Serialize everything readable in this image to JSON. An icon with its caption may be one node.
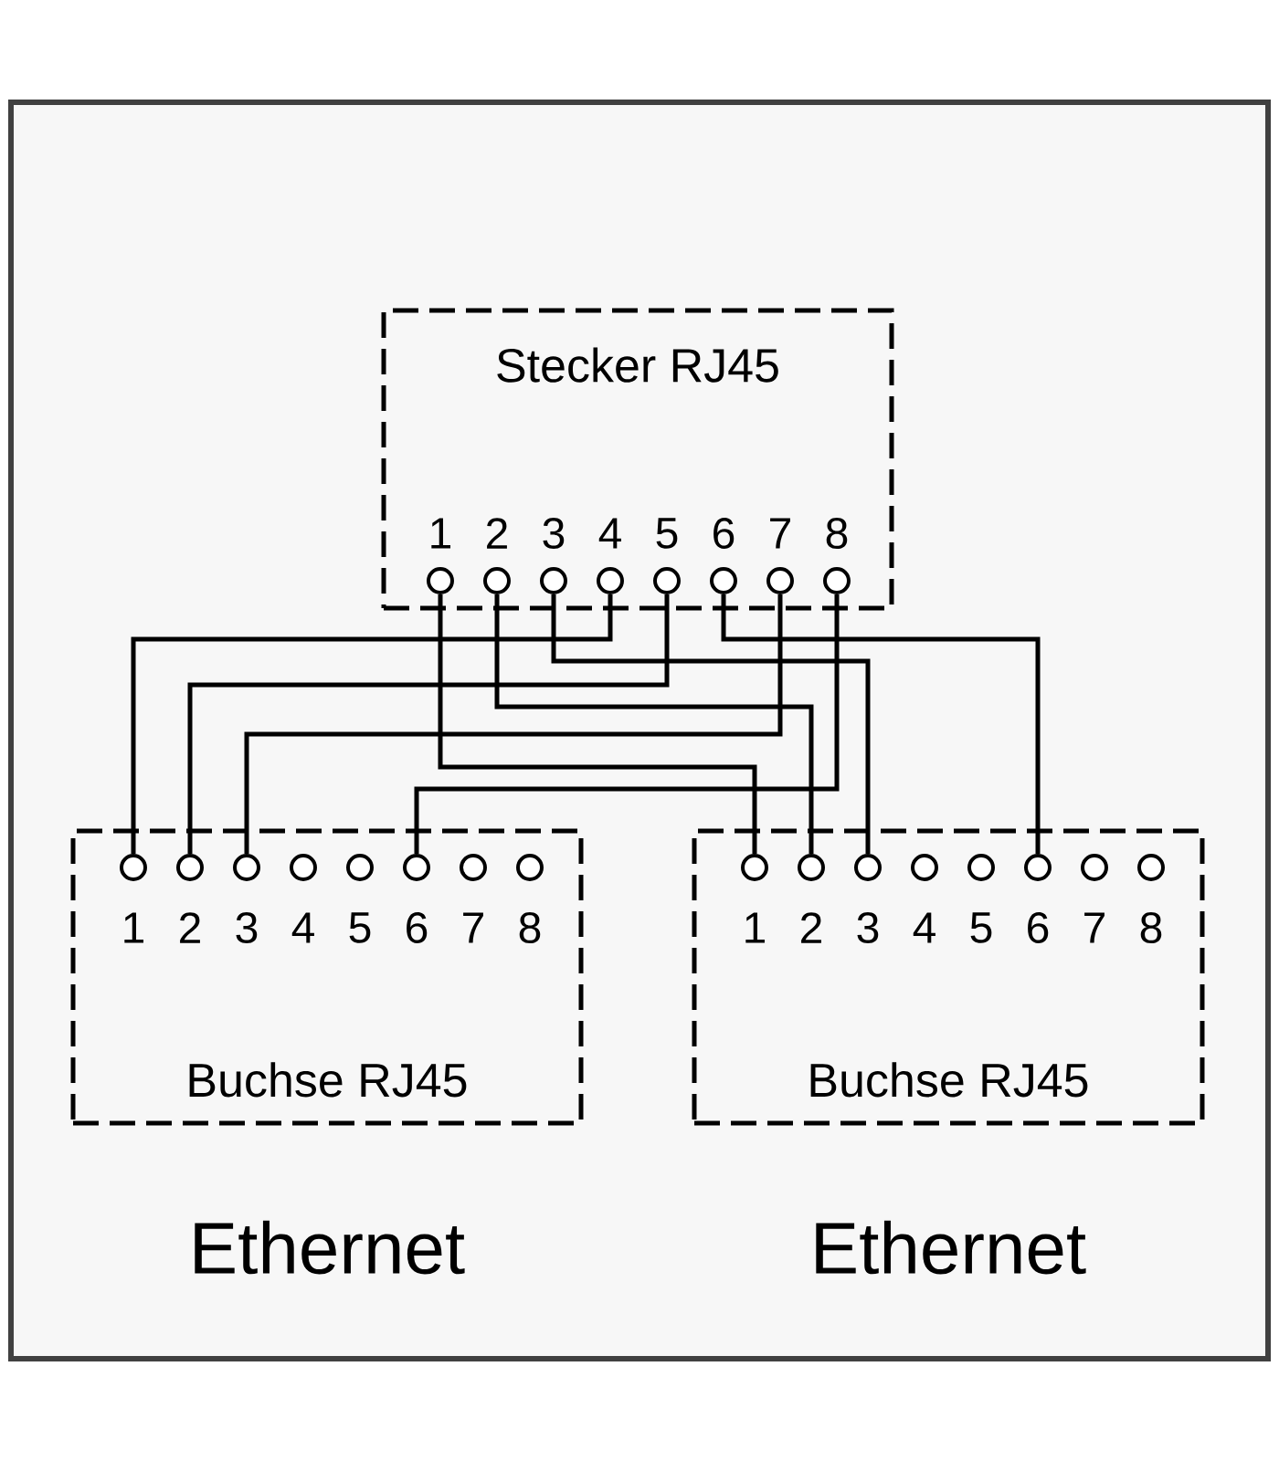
{
  "diagram": {
    "nodes": [
      {
        "text": [
          "Stecker RJ45"
        ]
      },
      {
        "text": [],
        "shape": "circle",
        "in": 0
      },
      {
        "text": [],
        "shape": "circle",
        "in": 0
      },
      {
        "text": [],
        "shape": "circle",
        "in": 0
      },
      {
        "text": [],
        "shape": "circle",
        "in": 0
      },
      {
        "text": [],
        "shape": "circle",
        "in": 0
      },
      {
        "text": [],
        "shape": "circle",
        "in": 0
      },
      {
        "text": [],
        "shape": "circle",
        "in": 0
      },
      {
        "text": [],
        "shape": "circle",
        "in": 0
      },
      {
        "text": [
          "Buchse RJ45"
        ],
        "beside": [
          "Ethernet"
        ]
      },
      {
        "text": [],
        "shape": "circle",
        "in": 9
      },
      {
        "text": [],
        "shape": "circle",
        "in": 9
      },
      {
        "text": [],
        "shape": "circle",
        "in": 9
      },
      {
        "text": [],
        "shape": "circle",
        "in": 9
      },
      {
        "text": [],
        "shape": "circle",
        "in": 9
      },
      {
        "text": [],
        "shape": "circle",
        "in": 9
      },
      {
        "text": [],
        "shape": "circle",
        "in": 9
      },
      {
        "text": [],
        "shape": "circle",
        "in": 9
      },
      {
        "text": [
          "Buchse RJ45"
        ],
        "beside": [
          "Ethernet"
        ]
      },
      {
        "text": [],
        "shape": "circle",
        "in": 18
      },
      {
        "text": [],
        "shape": "circle",
        "in": 18
      },
      {
        "text": [],
        "shape": "circle",
        "in": 18
      },
      {
        "text": [],
        "shape": "circle",
        "in": 18
      },
      {
        "text": [],
        "shape": "circle",
        "in": 18
      },
      {
        "text": [],
        "shape": "circle",
        "in": 18
      },
      {
        "text": [],
        "shape": "circle",
        "in": 18
      },
      {
        "text": [],
        "shape": "circle",
        "in": 18
      }
    ],
    "edges": [
      {
        "from": 1,
        "to": 19,
        "arrow": "none"
      },
      {
        "from": 2,
        "to": 20,
        "arrow": "none"
      },
      {
        "from": 3,
        "to": 21,
        "arrow": "none"
      },
      {
        "from": 4,
        "to": 10,
        "arrow": "none"
      },
      {
        "from": 5,
        "to": 11,
        "arrow": "none"
      },
      {
        "from": 6,
        "to": 24,
        "arrow": "none"
      },
      {
        "from": 7,
        "to": 12,
        "arrow": "none"
      },
      {
        "from": 8,
        "to": 15,
        "arrow": "none"
      }
    ],
    "labels": [
      "1",
      "2",
      "3",
      "4",
      "5",
      "6",
      "7",
      "8",
      "1",
      "2",
      "3",
      "4",
      "5",
      "6",
      "7",
      "8",
      "1",
      "2",
      "3",
      "4",
      "5",
      "6",
      "7",
      "8"
    ]
  }
}
